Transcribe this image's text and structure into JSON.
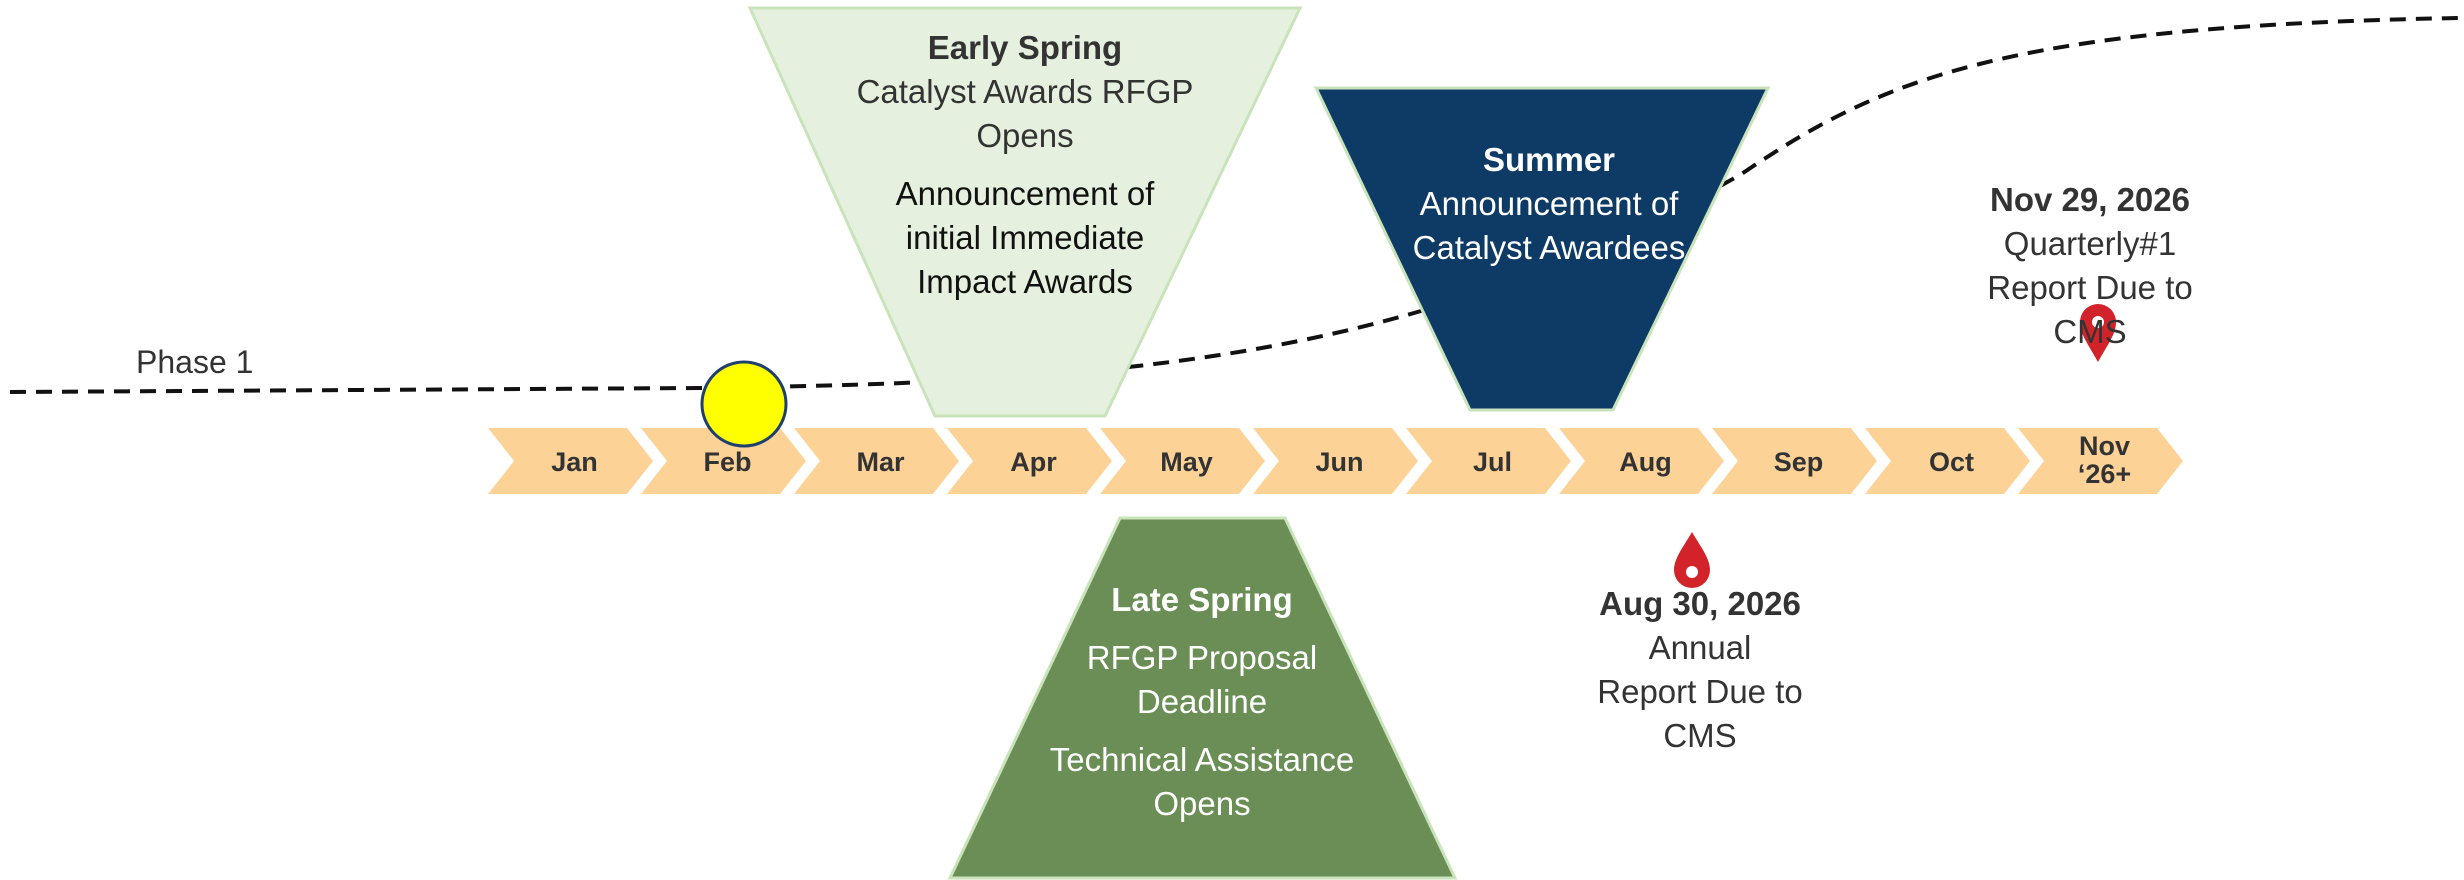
{
  "phase_label": "Phase 1",
  "months": [
    "Jan",
    "Feb",
    "Mar",
    "Apr",
    "May",
    "Jun",
    "Jul",
    "Aug",
    "Sep",
    "Oct",
    "Nov\n‘26+"
  ],
  "colors": {
    "month_arrow": "#FCD296",
    "early_spring_fill": "#E5F1DE",
    "summer_fill": "#0E3B66",
    "late_spring_fill": "#6A8E55",
    "marker_circle": "#FFFF00",
    "pin": "#D2232A"
  },
  "events": {
    "early_spring": {
      "title": "Early Spring",
      "line1": "Catalyst Awards RFGP Opens",
      "line2": "Announcement of initial Immediate Impact Awards"
    },
    "summer": {
      "title": "Summer",
      "line1": "Announcement of Catalyst Awardees"
    },
    "late_spring": {
      "title": "Late Spring",
      "line1": "RFGP Proposal Deadline",
      "line2": "Technical Assistance Opens"
    },
    "aug_report": {
      "date": "Aug 30, 2026",
      "text": "Annual Report Due to CMS"
    },
    "nov_report": {
      "date": "Nov 29, 2026",
      "text": "Quarterly#1 Report Due to CMS"
    }
  }
}
